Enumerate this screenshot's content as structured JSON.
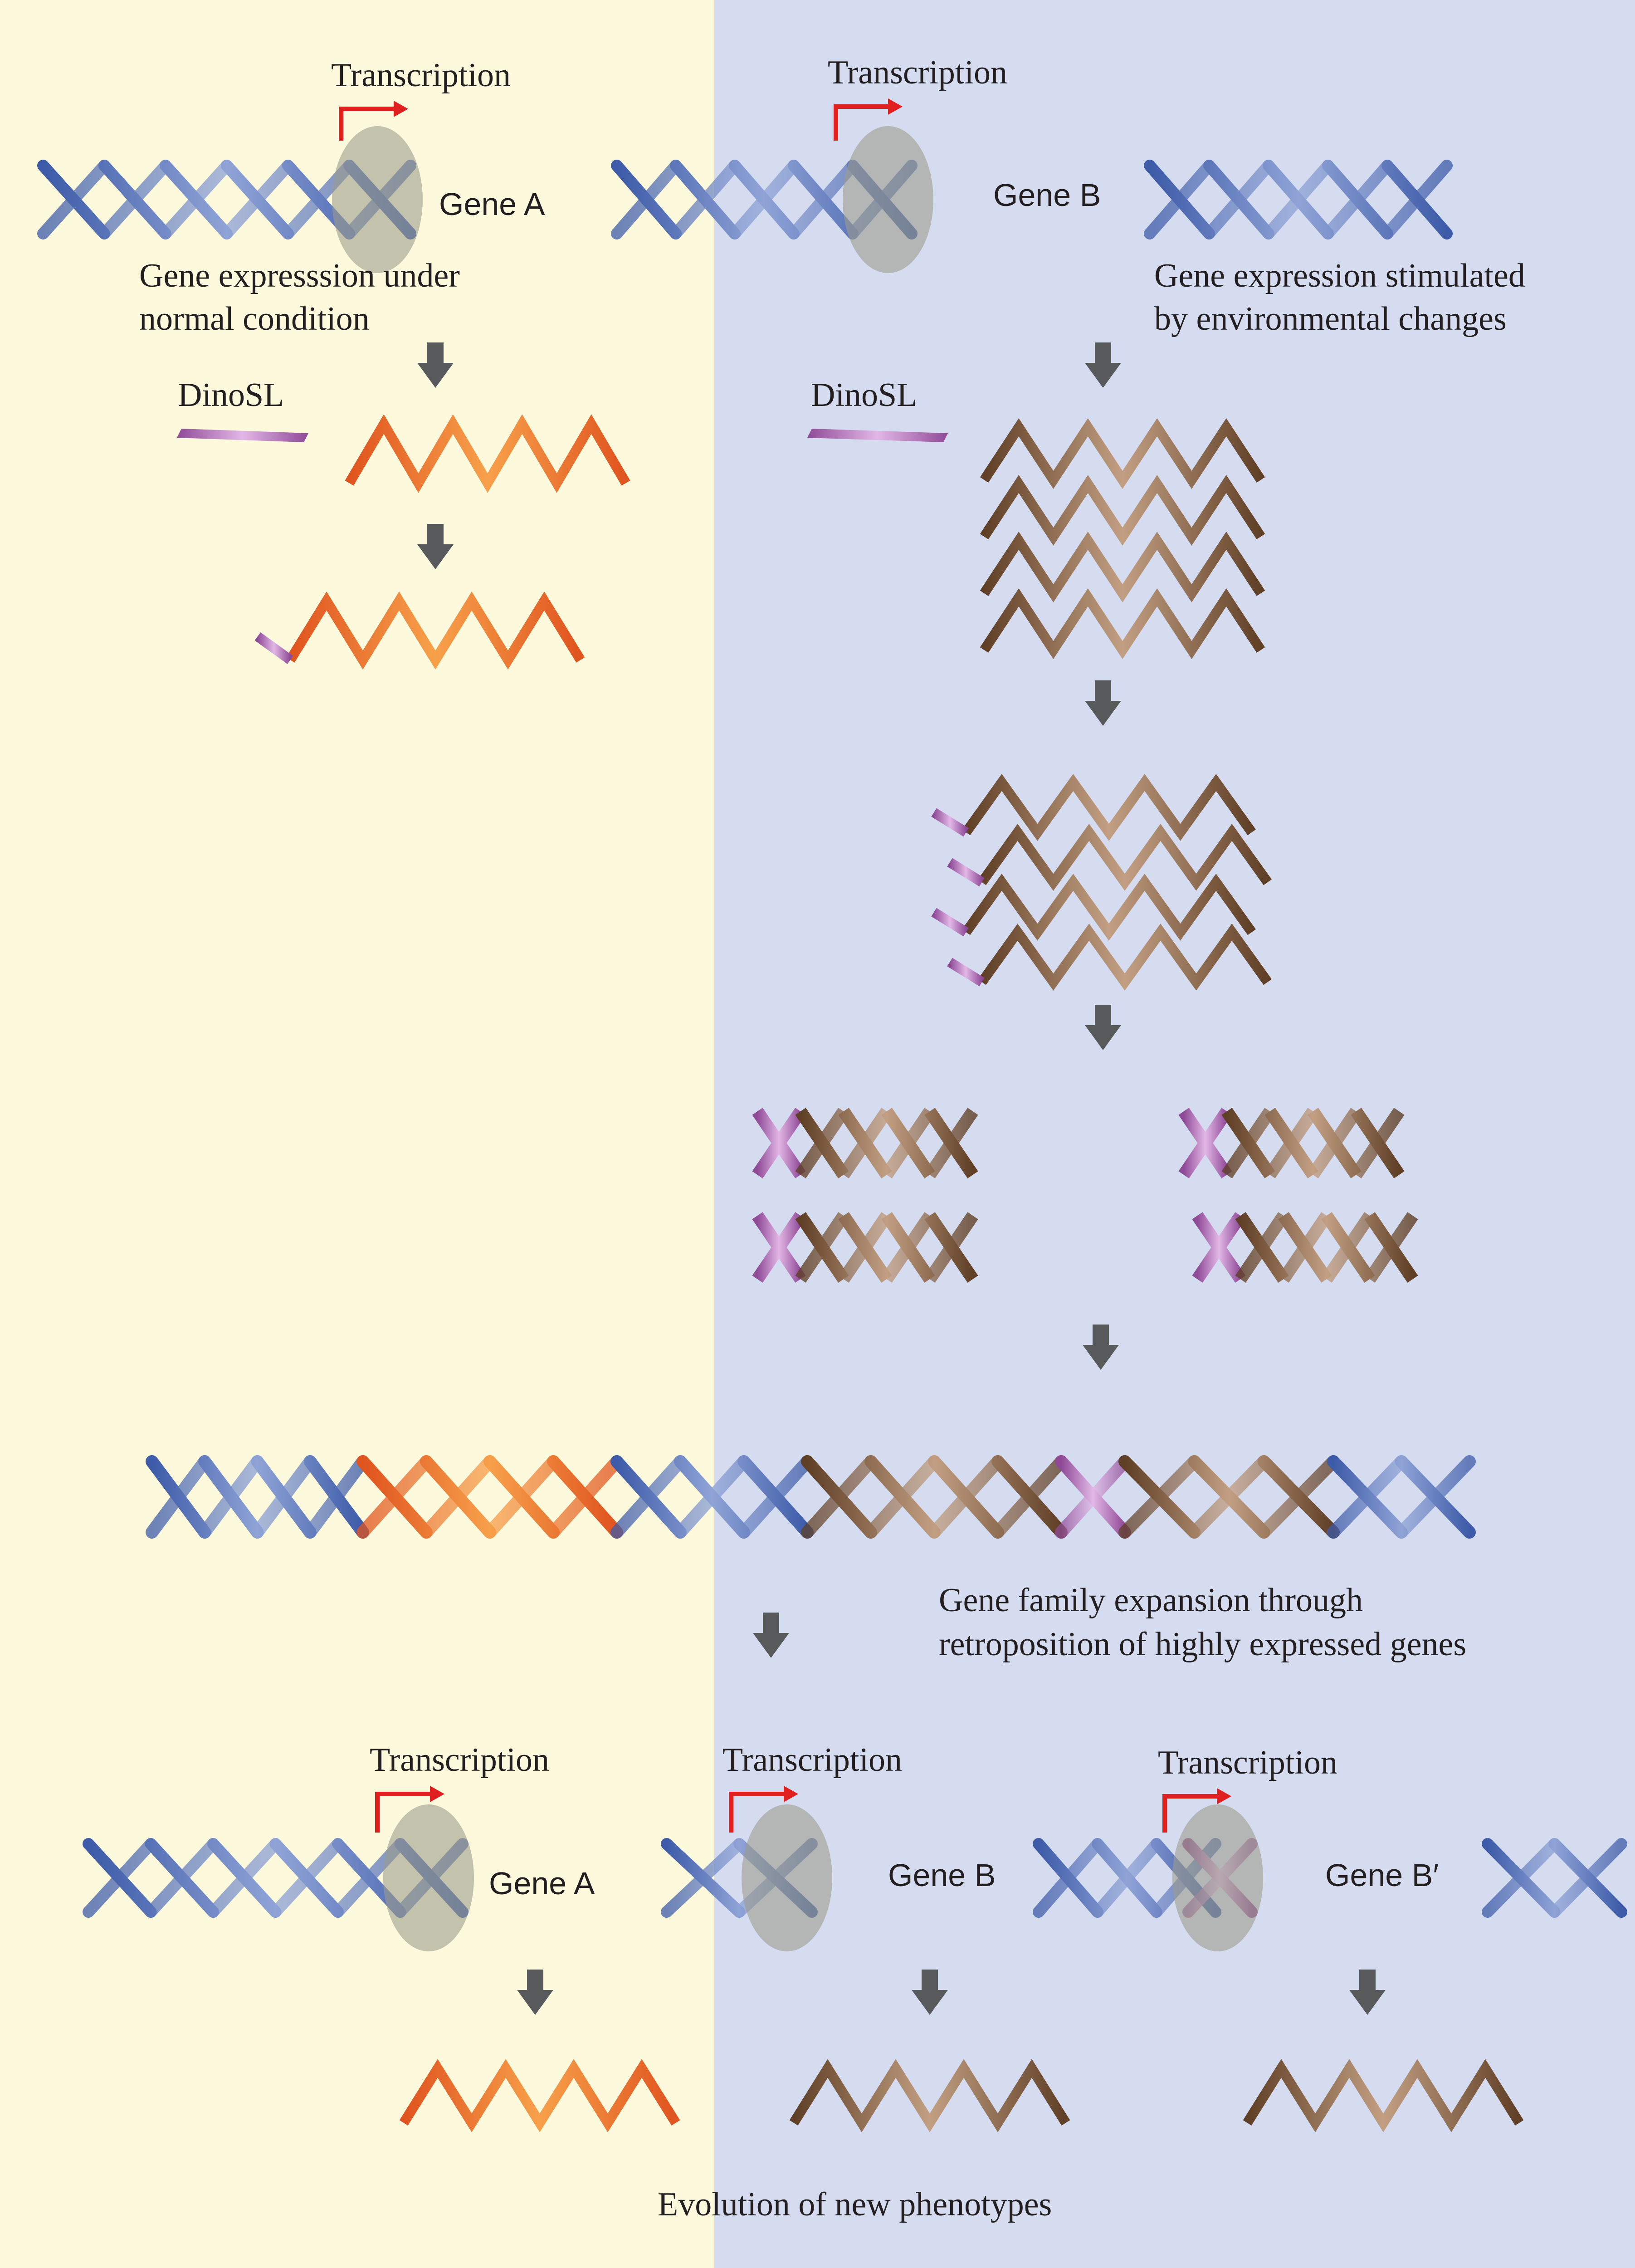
{
  "labels": {
    "transcription": "Transcription",
    "gene_a": "Gene A",
    "gene_b": "Gene B",
    "gene_b_prime": "Gene B′",
    "dinosl": "DinoSL",
    "normal_line1": "Gene expresssion under",
    "normal_line2": "normal condition",
    "stimulated_line1": "Gene expression stimulated",
    "stimulated_line2": "by environmental changes",
    "expansion_line1": "Gene family expansion through",
    "expansion_line2": "retroposition of highly expressed genes",
    "evolution": "Evolution of new phenotypes"
  },
  "colors": {
    "left_background": "#fcf9dd",
    "right_background": "#d5dcf0",
    "genomic_dna": "#3d5ba8",
    "gene_a_strand": "#e55a28",
    "gene_b_strand": "#6b4a2e",
    "dinosl": "#a05aa8",
    "transcription_arrow": "#e0201e",
    "polymerase": "#9c9c8c",
    "process_arrow": "#58595b"
  }
}
